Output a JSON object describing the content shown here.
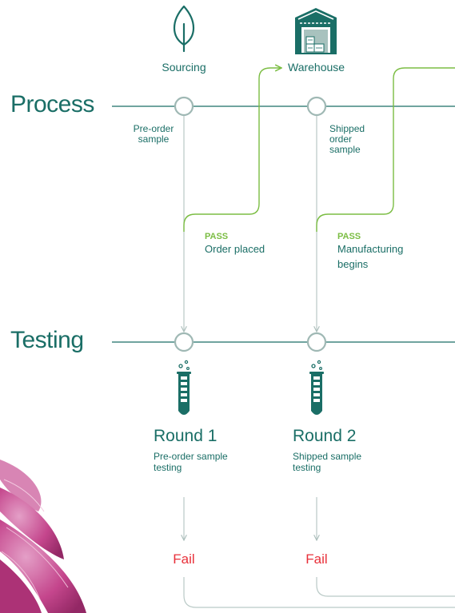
{
  "rows": {
    "process": "Process",
    "testing": "Testing"
  },
  "top_labels": {
    "sourcing": "Sourcing",
    "warehouse": "Warehouse"
  },
  "icons": {
    "sourcing": "leaf-icon",
    "warehouse": "warehouse-icon",
    "test": "test-tube-icon"
  },
  "process_notes": {
    "col1": "Pre-order sample",
    "col2": "Shipped order sample"
  },
  "pass": [
    {
      "heading": "PASS",
      "text": "Order placed"
    },
    {
      "heading": "PASS",
      "text": "Manufacturing begins"
    }
  ],
  "rounds": [
    {
      "title": "Round 1",
      "subtitle": "Pre-order sample testing",
      "result": "Fail"
    },
    {
      "title": "Round 2",
      "subtitle": "Shipped sample testing",
      "result": "Fail"
    }
  ],
  "colors": {
    "teal": "#1a6e66",
    "line_gray": "#b9c9c6",
    "node_stroke": "#9fb8b4",
    "pass_green": "#7bbd43",
    "fail_red": "#e8303a",
    "flower_pink": "#c23d87"
  }
}
